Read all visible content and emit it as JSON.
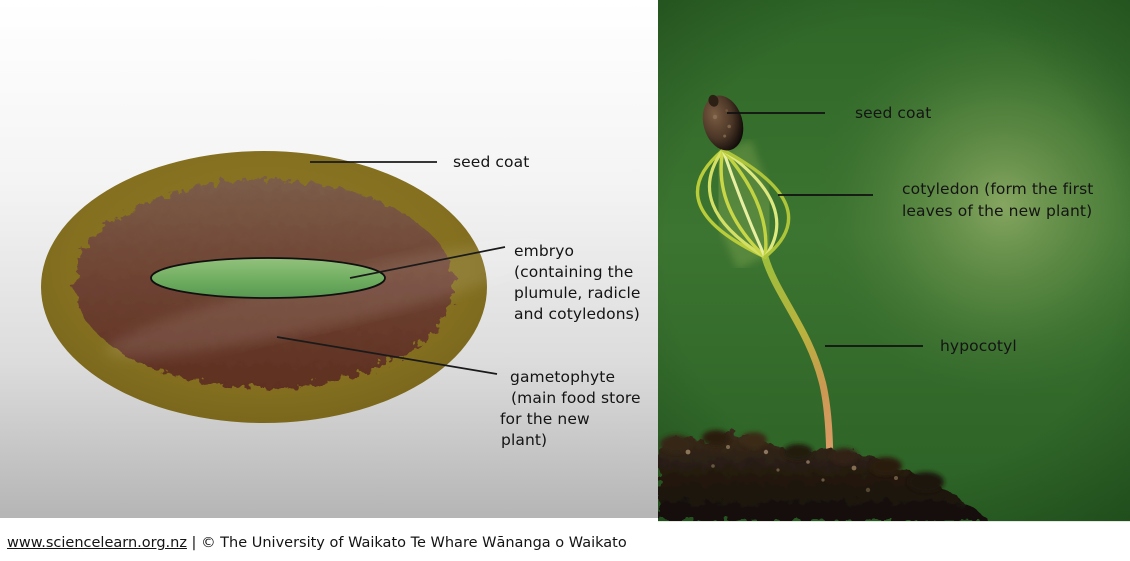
{
  "left_panel": {
    "description": "seed cross-section diagram",
    "labels": {
      "seed_coat": "seed coat",
      "embryo_lines": [
        "embryo",
        "(containing the",
        "plumule, radicle",
        "and cotyledons)"
      ],
      "gametophyte_lines": [
        "gametophyte",
        "(main food store",
        "for the new",
        "plant)"
      ]
    },
    "colors": {
      "seed_coat_olive": "#84701f",
      "gametophyte_brown": "#6b4130",
      "embryo_green": "#6fae60",
      "background_top": "#fefefe",
      "background_bottom": "#b5b5b5"
    }
  },
  "right_panel": {
    "description": "seedling photograph",
    "labels": {
      "seed_coat": "seed coat",
      "cotyledon_lines": [
        "cotyledon (form the first",
        "leaves of the new plant)"
      ],
      "hypocotyl": "hypocotyl"
    },
    "colors": {
      "background_green": "#3c7431",
      "highlight_green": "#93af69",
      "soil_brown": "#241a10",
      "stem_top": "#9dbe3c",
      "stem_bottom": "#d89b64",
      "cotyledon_yellow_green": "#cdd94e",
      "seed_coat_husk": "#4a3526"
    }
  },
  "footer": {
    "link": "www.sciencelearn.org.nz",
    "separator": " | ",
    "copyright": "© The University of Waikato Te Whare Wānanga o Waikato"
  }
}
